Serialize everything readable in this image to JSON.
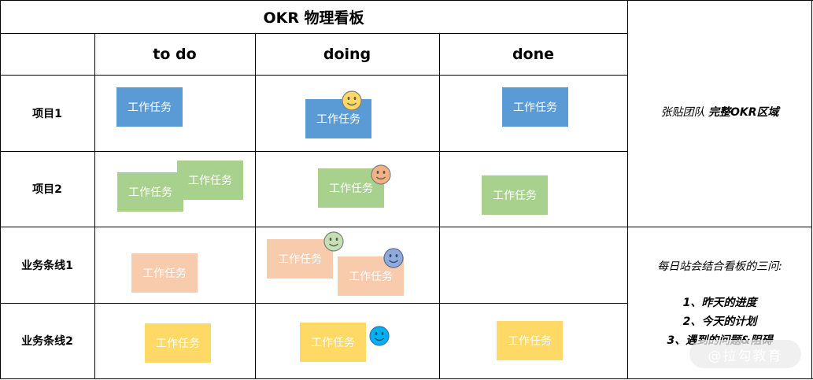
{
  "title": "OKR 物理看板",
  "columns": [
    "to do",
    "doing",
    "done"
  ],
  "rows": [
    "项目1",
    "项目2",
    "业务条线1",
    "业务条线2"
  ],
  "card_label": "工作任务",
  "side_top": {
    "normal": "张贴团队 ",
    "bold": "完整OKR区域"
  },
  "side_bottom": {
    "intro": "每日站会结合看板的三问:",
    "items": [
      "1、昨天的进度",
      "2、今天的计划",
      "3、遇到的问题&阻碍"
    ]
  },
  "watermark": "@拉勾教育",
  "colors": {
    "blue": "#5b9bd5",
    "green": "#a9d18e",
    "peach": "#f8cbad",
    "yellow": "#ffd966",
    "face_yellow": "#ffd966",
    "face_orange": "#f4b183",
    "face_green": "#c5e0b4",
    "face_blue": "#8faadc",
    "face_cyan": "#00b0f0"
  }
}
